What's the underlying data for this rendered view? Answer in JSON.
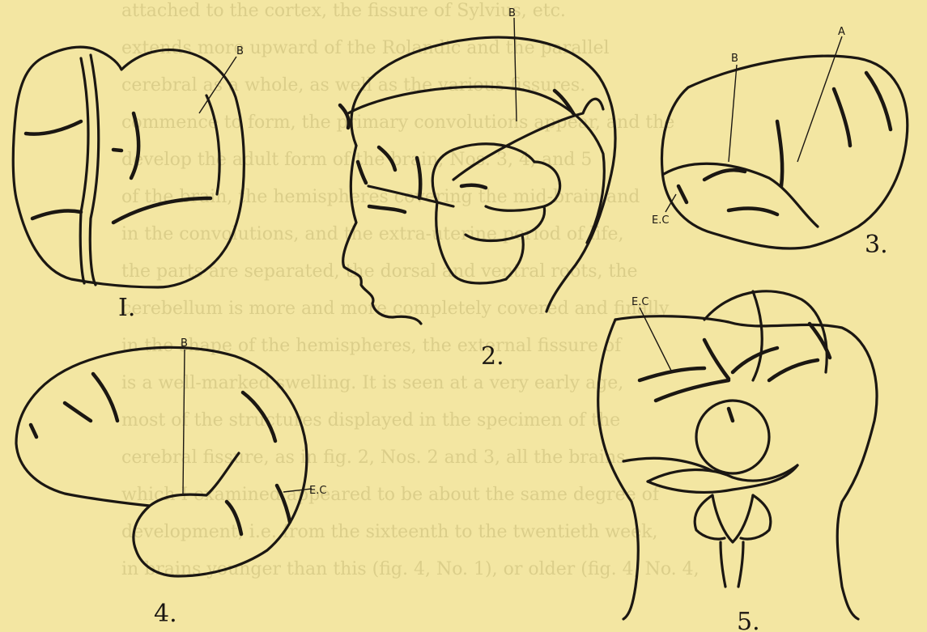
{
  "plate": {
    "background_color": "#f3e6a2",
    "ink_color": "#1b1712",
    "bleed_through_color": "#c9bc78",
    "bleed_through_lines": [
      "attached to the cortex, the fissure of Sylvius, etc.",
      "extends more upward of the Rolandic and the parallel",
      "cerebral as a whole, as well as the various fissures.",
      "commence to form, the primary convolutions appear, and the",
      "develop the adult form of the brain, Nos. 3, 4, and 5",
      "of the brain, the hemispheres covering the mid-brain and",
      "in the convolutions, and the extra-uterine period of life,",
      "the parts are separated, the dorsal and ventral roots, the",
      "cerebellum is more and more completely covered and finally",
      "in the shape of the hemispheres, the external fissure of",
      "is a well-marked swelling. It is seen at a very early age,",
      "most of the structures displayed in the specimen of the",
      "cerebral fissure, as in fig. 2, Nos. 2 and 3, all the brains",
      "which I examined appeared to be about the same degree of",
      "development, i.e. from the sixteenth to the twentieth week,",
      "in brains younger than this (fig. 4, No. 1), or older (fig. 4, No. 4,"
    ],
    "figures": [
      {
        "id": "fig-1",
        "number": "I.",
        "labels": [
          "B"
        ]
      },
      {
        "id": "fig-2",
        "number": "2.",
        "labels": [
          "B"
        ]
      },
      {
        "id": "fig-3",
        "number": "3.",
        "labels": [
          "A",
          "B",
          "E.C"
        ]
      },
      {
        "id": "fig-4",
        "number": "4.",
        "labels": [
          "B",
          "E.C"
        ]
      },
      {
        "id": "fig-5",
        "number": "5.",
        "labels": [
          "E.C"
        ]
      }
    ]
  }
}
